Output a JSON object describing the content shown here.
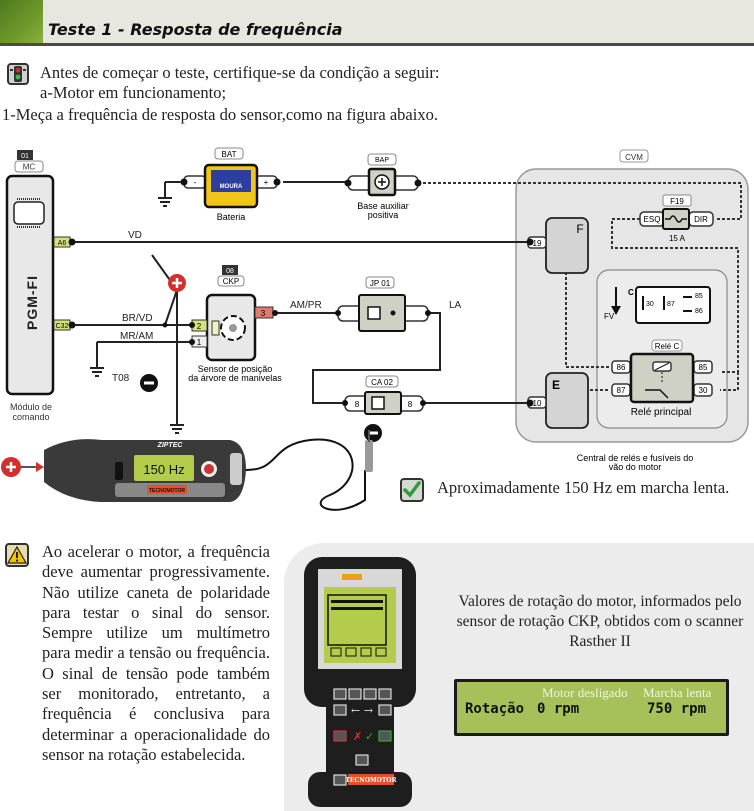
{
  "header": {
    "title": "Teste 1 - Resposta de frequência",
    "accent_color": "#6f9a2a"
  },
  "intro": {
    "icon": "traffic-light-icon",
    "line1": "Antes de começar o teste, certifique-se da condição a seguir:",
    "line2": "a-Motor em funcionamento;",
    "step1": "1-Meça a frequência de resposta do sensor,como na figura abaixo."
  },
  "diagram": {
    "module": {
      "number": "01",
      "code": "MC",
      "name": "PGM-FI",
      "label_line1": "Módulo de",
      "label_line2": "comando",
      "pin_a6": "A6",
      "pin_c32": "C32"
    },
    "battery": {
      "code": "BAT",
      "label": "Bateria",
      "brand": "MOURA",
      "neg": "-",
      "pos": "+"
    },
    "bap": {
      "code": "BAP",
      "label_line1": "Base auxiliar",
      "label_line2": "positiva"
    },
    "cvm": {
      "code": "CVM",
      "caption_line1": "Central de relés e fusíveis do",
      "caption_line2": "vão do motor",
      "fuse": {
        "code": "F19",
        "left": "ESQ",
        "right": "DIR",
        "rating": "15 A"
      },
      "block_f": {
        "letter": "F",
        "pin": "19"
      },
      "block_e": {
        "letter": "E",
        "pin": "10"
      },
      "legend": {
        "c": "C",
        "fv": "FV",
        "p30": "30",
        "p87": "87",
        "p85": "85",
        "p86": "86"
      },
      "relay": {
        "code": "Relé C",
        "label": "Relé principal",
        "pin86": "86",
        "pin87": "87",
        "pin85": "85",
        "pin30": "30"
      }
    },
    "ckp": {
      "number": "08",
      "code": "CKP",
      "label_line1": "Sensor de posição",
      "label_line2": "da árvore de manivelas",
      "pin1": "1",
      "pin2": "2",
      "pin3": "3"
    },
    "jp01": {
      "code": "JP 01"
    },
    "ca02": {
      "code": "CA 02",
      "pin_left": "8",
      "pin_right": "8"
    },
    "wires": {
      "vd": "VD",
      "brvd": "BR/VD",
      "mram": "MR/AM",
      "ampr": "AM/PR",
      "la": "LA",
      "ground": "T08"
    },
    "meter": {
      "brand": "ZIPTEC",
      "reading": "150 Hz",
      "maker": "TECNOMOTOR"
    }
  },
  "result": {
    "icon": "check-icon",
    "text": "Aproximadamente 150 Hz em marcha lenta."
  },
  "warning": {
    "icon": "warning-icon",
    "text": "Ao acelerar o motor, a frequência deve aumentar progressivamente. Não utilize caneta de polaridade para testar o sinal do sensor. Sempre utilize um multímetro para medir a tensão ou frequência. O sinal de tensão pode também ser monitorado, entretanto, a frequência é conclusiva para determinar a operacionalidade do sensor na rotação estabelecida."
  },
  "scanner": {
    "caption": "Valores de rotação do motor, informados pelo sensor de rotação CKP, obtidos com o scanner Rasther II",
    "maker": "TECNOMOTOR",
    "lcd": {
      "header_off": "Motor desligado",
      "header_idle": "Marcha lenta",
      "label": "Rotação",
      "value_off": "0 rpm",
      "value_idle": "750 rpm"
    }
  }
}
